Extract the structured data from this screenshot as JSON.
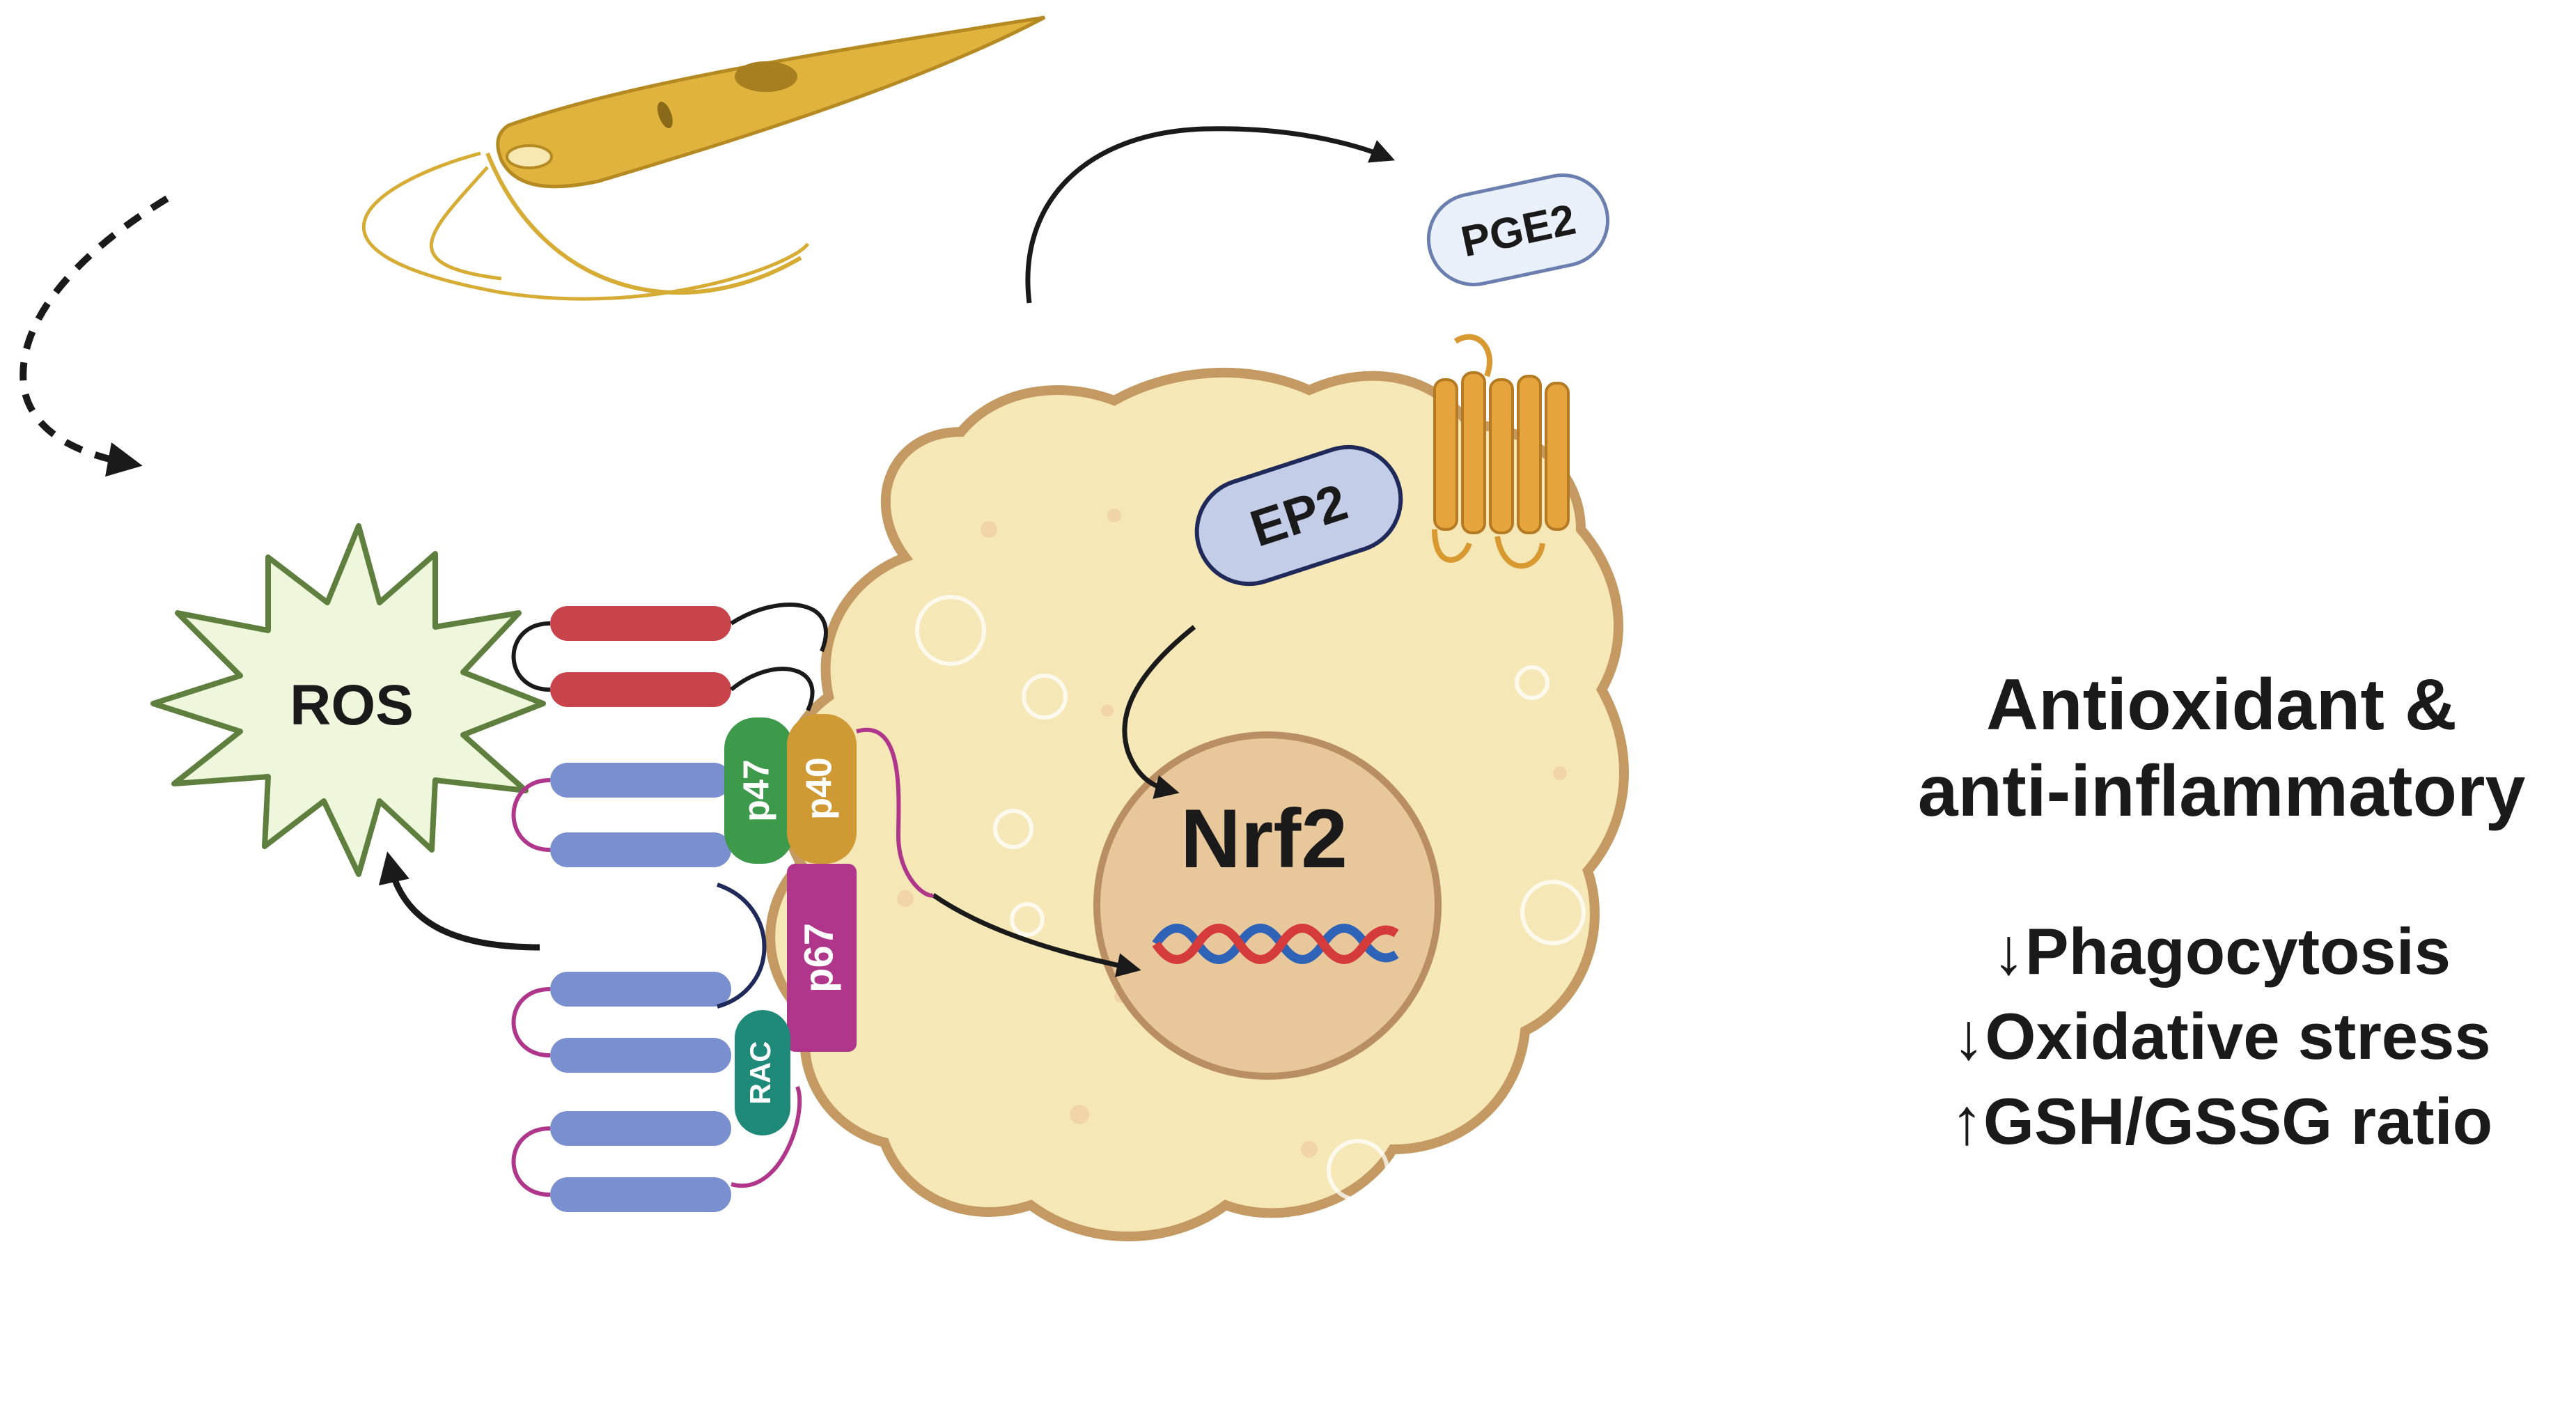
{
  "labels": {
    "ros": "ROS",
    "pge2": "PGE2",
    "ep2": "EP2",
    "nrf2": "Nrf2",
    "p47": "p47",
    "p40": "p40",
    "p67": "p67",
    "rac": "RAC"
  },
  "outcome": {
    "heading_line1": "Antioxidant &",
    "heading_line2": "anti-inflammatory",
    "effects": [
      "↓Phagocytosis",
      "↓Oxidative stress",
      "↑GSH/GSSG ratio"
    ]
  },
  "colors": {
    "cell_fill": "#f6e7b6",
    "cell_border": "#c49a62",
    "nucleus_fill": "#e8c89b",
    "parasite": "#d7ac35",
    "ros_fill": "#eef7dc",
    "ros_border": "#5f7f3f",
    "membrane_red": "#c9444a",
    "membrane_blue": "#7a8fd0",
    "p47": "#3c9a4a",
    "p40": "#cf9a34",
    "p67": "#b0368c",
    "rac": "#1f8a7a",
    "pge2_fill": "#eaf0fa",
    "ep2_fill": "#c4cde8",
    "receptor": "#e6a43c",
    "dna_red": "#d63b3b",
    "dna_blue": "#2f63b8"
  }
}
